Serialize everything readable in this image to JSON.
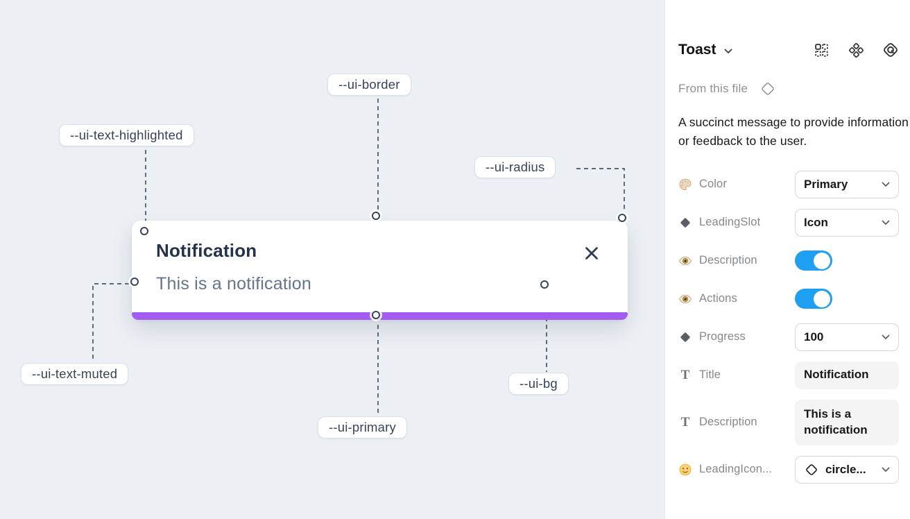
{
  "canvas": {
    "background_color": "#ecf0f5",
    "toast": {
      "title": "Notification",
      "description": "This is a notification",
      "progress_color": "#a35cf0",
      "title_color": "#24324a",
      "muted_text_color": "#64748b"
    },
    "labels": [
      {
        "text": "--ui-border"
      },
      {
        "text": "--ui-text-highlighted"
      },
      {
        "text": "--ui-radius"
      },
      {
        "text": "--ui-text-muted"
      },
      {
        "text": "--ui-primary"
      },
      {
        "text": "--ui-bg"
      }
    ]
  },
  "panel": {
    "title": "Toast",
    "source_label": "From this file",
    "description": "A succinct message to provide information or feedback to the user.",
    "toggle_color": "#1e9ff2",
    "header_icons": [
      "instance-grid",
      "component",
      "dev-mode-loop"
    ],
    "rows": [
      {
        "label": "Color",
        "icon": "palette",
        "control": "dropdown",
        "value": "Primary"
      },
      {
        "label": "LeadingSlot",
        "icon": "diamond",
        "control": "dropdown",
        "value": "Icon"
      },
      {
        "label": "Description",
        "icon": "eye",
        "control": "toggle",
        "value": "on"
      },
      {
        "label": "Actions",
        "icon": "eye",
        "control": "toggle",
        "value": "on"
      },
      {
        "label": "Progress",
        "icon": "diamond",
        "control": "dropdown",
        "value": "100"
      },
      {
        "label": "Title",
        "icon": "text",
        "control": "text-field",
        "value": "Notification"
      },
      {
        "label": "Description",
        "icon": "text",
        "control": "text-field",
        "value": "This is a notification"
      },
      {
        "label": "LeadingIcon...",
        "icon": "smiley",
        "control": "dropdown",
        "value": "circle..."
      }
    ]
  }
}
